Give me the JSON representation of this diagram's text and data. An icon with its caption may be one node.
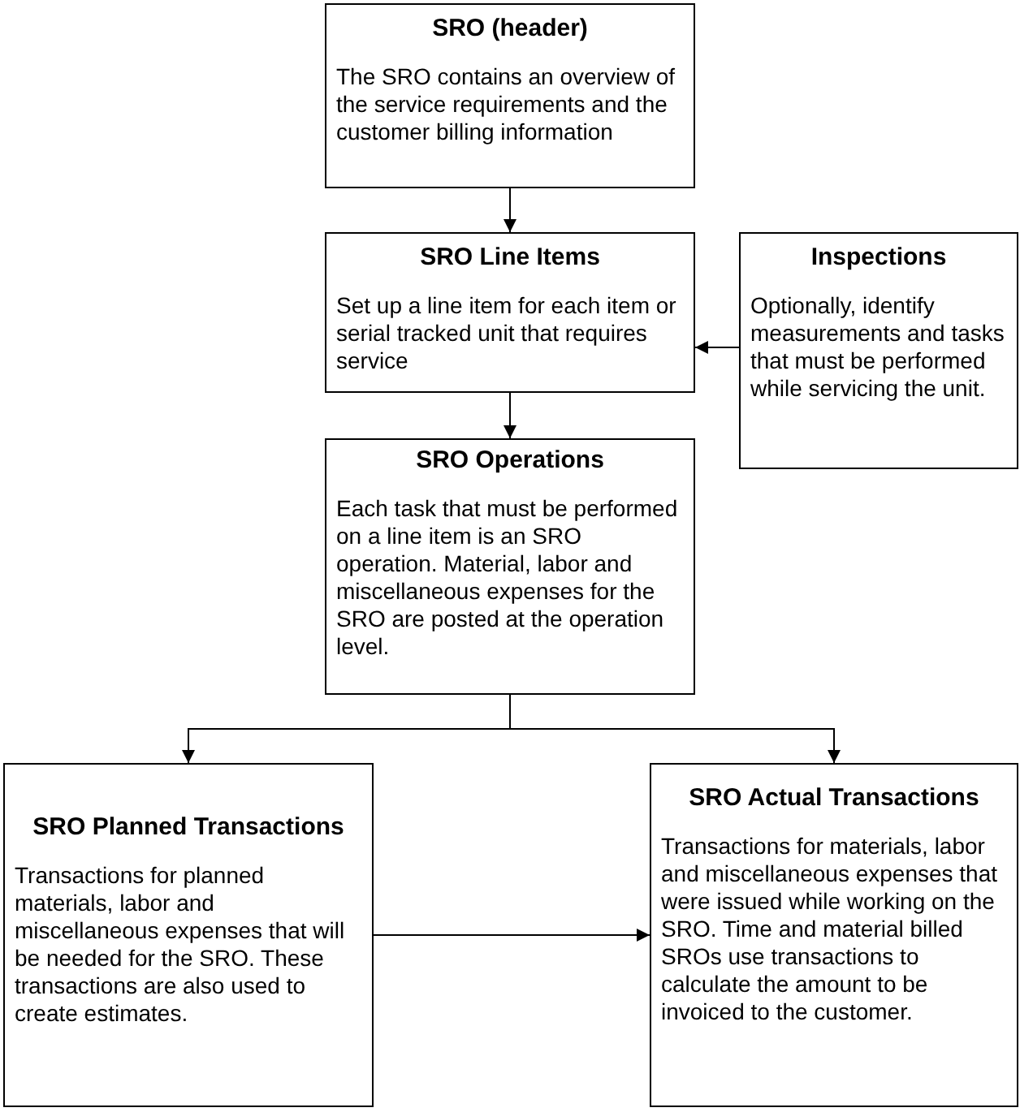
{
  "diagram": {
    "nodes": [
      {
        "text": [
          "SRO (header)",
          "The SRO contains an overview of the service requirements and the customer billing information"
        ]
      },
      {
        "text": [
          "SRO Line Items",
          "Set up a line item for each item or serial tracked unit that requires service"
        ]
      },
      {
        "text": [
          "Inspections",
          "Optionally, identify measurements and tasks that must be performed while servicing the unit."
        ]
      },
      {
        "text": [
          "SRO Operations",
          "Each task that must be performed on a line item is an SRO operation. Material, labor and miscellaneous expenses for the SRO are posted at the operation level."
        ]
      },
      {
        "text": [
          "SRO Planned Transactions",
          "Transactions for planned materials, labor and miscellaneous expenses  that will be needed for the SRO. These transactions are also used to create estimates."
        ]
      },
      {
        "text": [
          "SRO Actual Transactions",
          "Transactions for materials, labor and miscellaneous expenses  that were issued while working on the SRO. Time and material billed SROs use transactions to calculate the amount to be invoiced to the customer."
        ]
      }
    ],
    "edges": [
      {
        "from": 0,
        "to": 1,
        "arrow": "to"
      },
      {
        "from": 2,
        "to": 1,
        "arrow": "to"
      },
      {
        "from": 1,
        "to": 3,
        "arrow": "to"
      },
      {
        "from": 3,
        "to": 4,
        "arrow": "to"
      },
      {
        "from": 3,
        "to": 5,
        "arrow": "to"
      },
      {
        "from": 4,
        "to": 5,
        "arrow": "to"
      }
    ]
  }
}
